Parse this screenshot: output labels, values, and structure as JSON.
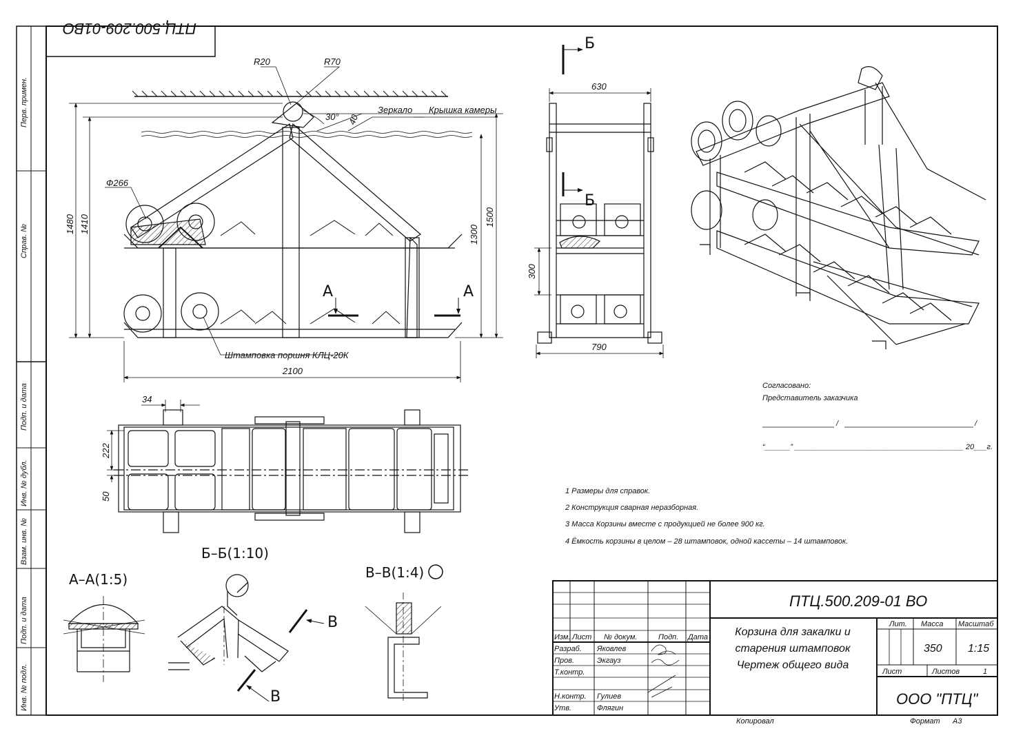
{
  "stamp_code": "ПТЦ.500.209-01ВО",
  "left_strip": [
    "Перв. примен.",
    "Справ. №",
    "Подп. и дата",
    "Инв. № дубл.",
    "Взам. инв. №",
    "Подп. и дата",
    "Инв. № подл."
  ],
  "front_view": {
    "r_small": "R20",
    "r_large": "R70",
    "angle": "30°",
    "dim_40": "40",
    "mirror": "Зеркало",
    "chamber_lid": "Крышка камеры",
    "diameter": "Ф266",
    "h_1480": "1480",
    "h_1410": "1410",
    "h_1300": "1300",
    "h_1500": "1500",
    "section_a_left": "А",
    "section_a_right": "А",
    "stamping_note": "Штамповка поршня КЛЦ-20К",
    "width_2100": "2100"
  },
  "side_view": {
    "section_b_top": "Б",
    "section_b_mid": "Б",
    "w_630": "630",
    "w_790": "790",
    "h_300": "300"
  },
  "top_view": {
    "d_34": "34",
    "d_222": "222",
    "d_50": "50"
  },
  "sections": {
    "aa": "А–А(1:5)",
    "bb": "Б–Б(1:10)",
    "vv": "В–В(1:4)",
    "v_upper": "В",
    "v_lower": "В"
  },
  "approval": {
    "agreed": "Согласовано:",
    "representative": "Представитель заказчика",
    "quote_line": "“______” ________________________________________ 20___г."
  },
  "notes": [
    "1  Размеры для справок.",
    "2  Конструкция сварная неразборная.",
    "3  Масса Корзины вместе с продукцией не более 900 кг.",
    "4  Ёмкость корзины в целом – 28 штамповок, одной кассеты – 14 штамповок."
  ],
  "title_block": {
    "doc_number": "ПТЦ.500.209-01 ВО",
    "title_line1": "Корзина для закалки и",
    "title_line2": "старения штамповок",
    "title_line3": "Чертеж общего вида",
    "col_izm": "Изм.",
    "col_list": "Лист",
    "col_docnum": "№ докум.",
    "col_sign": "Подп.",
    "col_date": "Дата",
    "role_razrab": "Разраб.",
    "role_prov": "Пров.",
    "role_tkontr": "Т.контр.",
    "role_nkontr": "Н.контр.",
    "role_utv": "Утв.",
    "name_razrab": "Яковлев",
    "name_prov": "Экгауз",
    "name_nkontr": "Гулиев",
    "name_utv": "Флягин",
    "lit_label": "Лит.",
    "mass_label": "Масса",
    "scale_label": "Масштаб",
    "mass_value": "350",
    "scale_value": "1:15",
    "sheet_label": "Лист",
    "sheets_label": "Листов",
    "sheets_value": "1",
    "company": "ООО \"ПТЦ\"",
    "copied": "Копировал",
    "format_label": "Формат",
    "format_value": "А3"
  }
}
